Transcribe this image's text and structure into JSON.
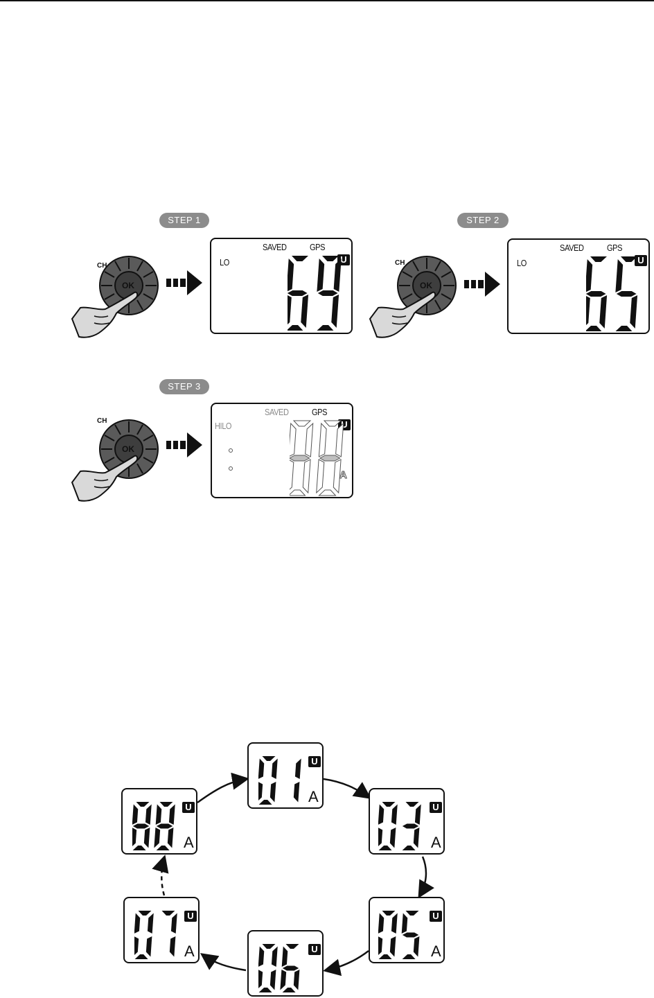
{
  "steps": [
    {
      "label": "STEP   1"
    },
    {
      "label": "STEP   2"
    },
    {
      "label": "STEP   3"
    }
  ],
  "dial": {
    "center_label": "OK",
    "side_label": "CH"
  },
  "lcd_step1": {
    "mode": "LO",
    "saved": "SAVED",
    "gps": "GPS",
    "u": "U",
    "channel": "69"
  },
  "lcd_step2": {
    "mode": "LO",
    "saved": "SAVED",
    "gps": "GPS",
    "u": "U",
    "channel": "65"
  },
  "lcd_step3": {
    "mode": "HILO",
    "saved": "SAVED",
    "gps": "GPS",
    "u": "U",
    "channel": "00",
    "suffix": "A"
  },
  "cycle": [
    {
      "channel": "01",
      "u": "U",
      "suffix": "A"
    },
    {
      "channel": "03",
      "u": "U",
      "suffix": "A"
    },
    {
      "channel": "05",
      "u": "U",
      "suffix": "A"
    },
    {
      "channel": "06",
      "u": "U",
      "suffix": ""
    },
    {
      "channel": "07",
      "u": "U",
      "suffix": "A"
    },
    {
      "channel": "88",
      "u": "U",
      "suffix": "A"
    }
  ],
  "colors": {
    "ink": "#111111",
    "badge": "#8c8c8c",
    "dial": "#5a5a5a",
    "hand": "#d9d9d9",
    "segment_off": "#bfbfbf"
  }
}
